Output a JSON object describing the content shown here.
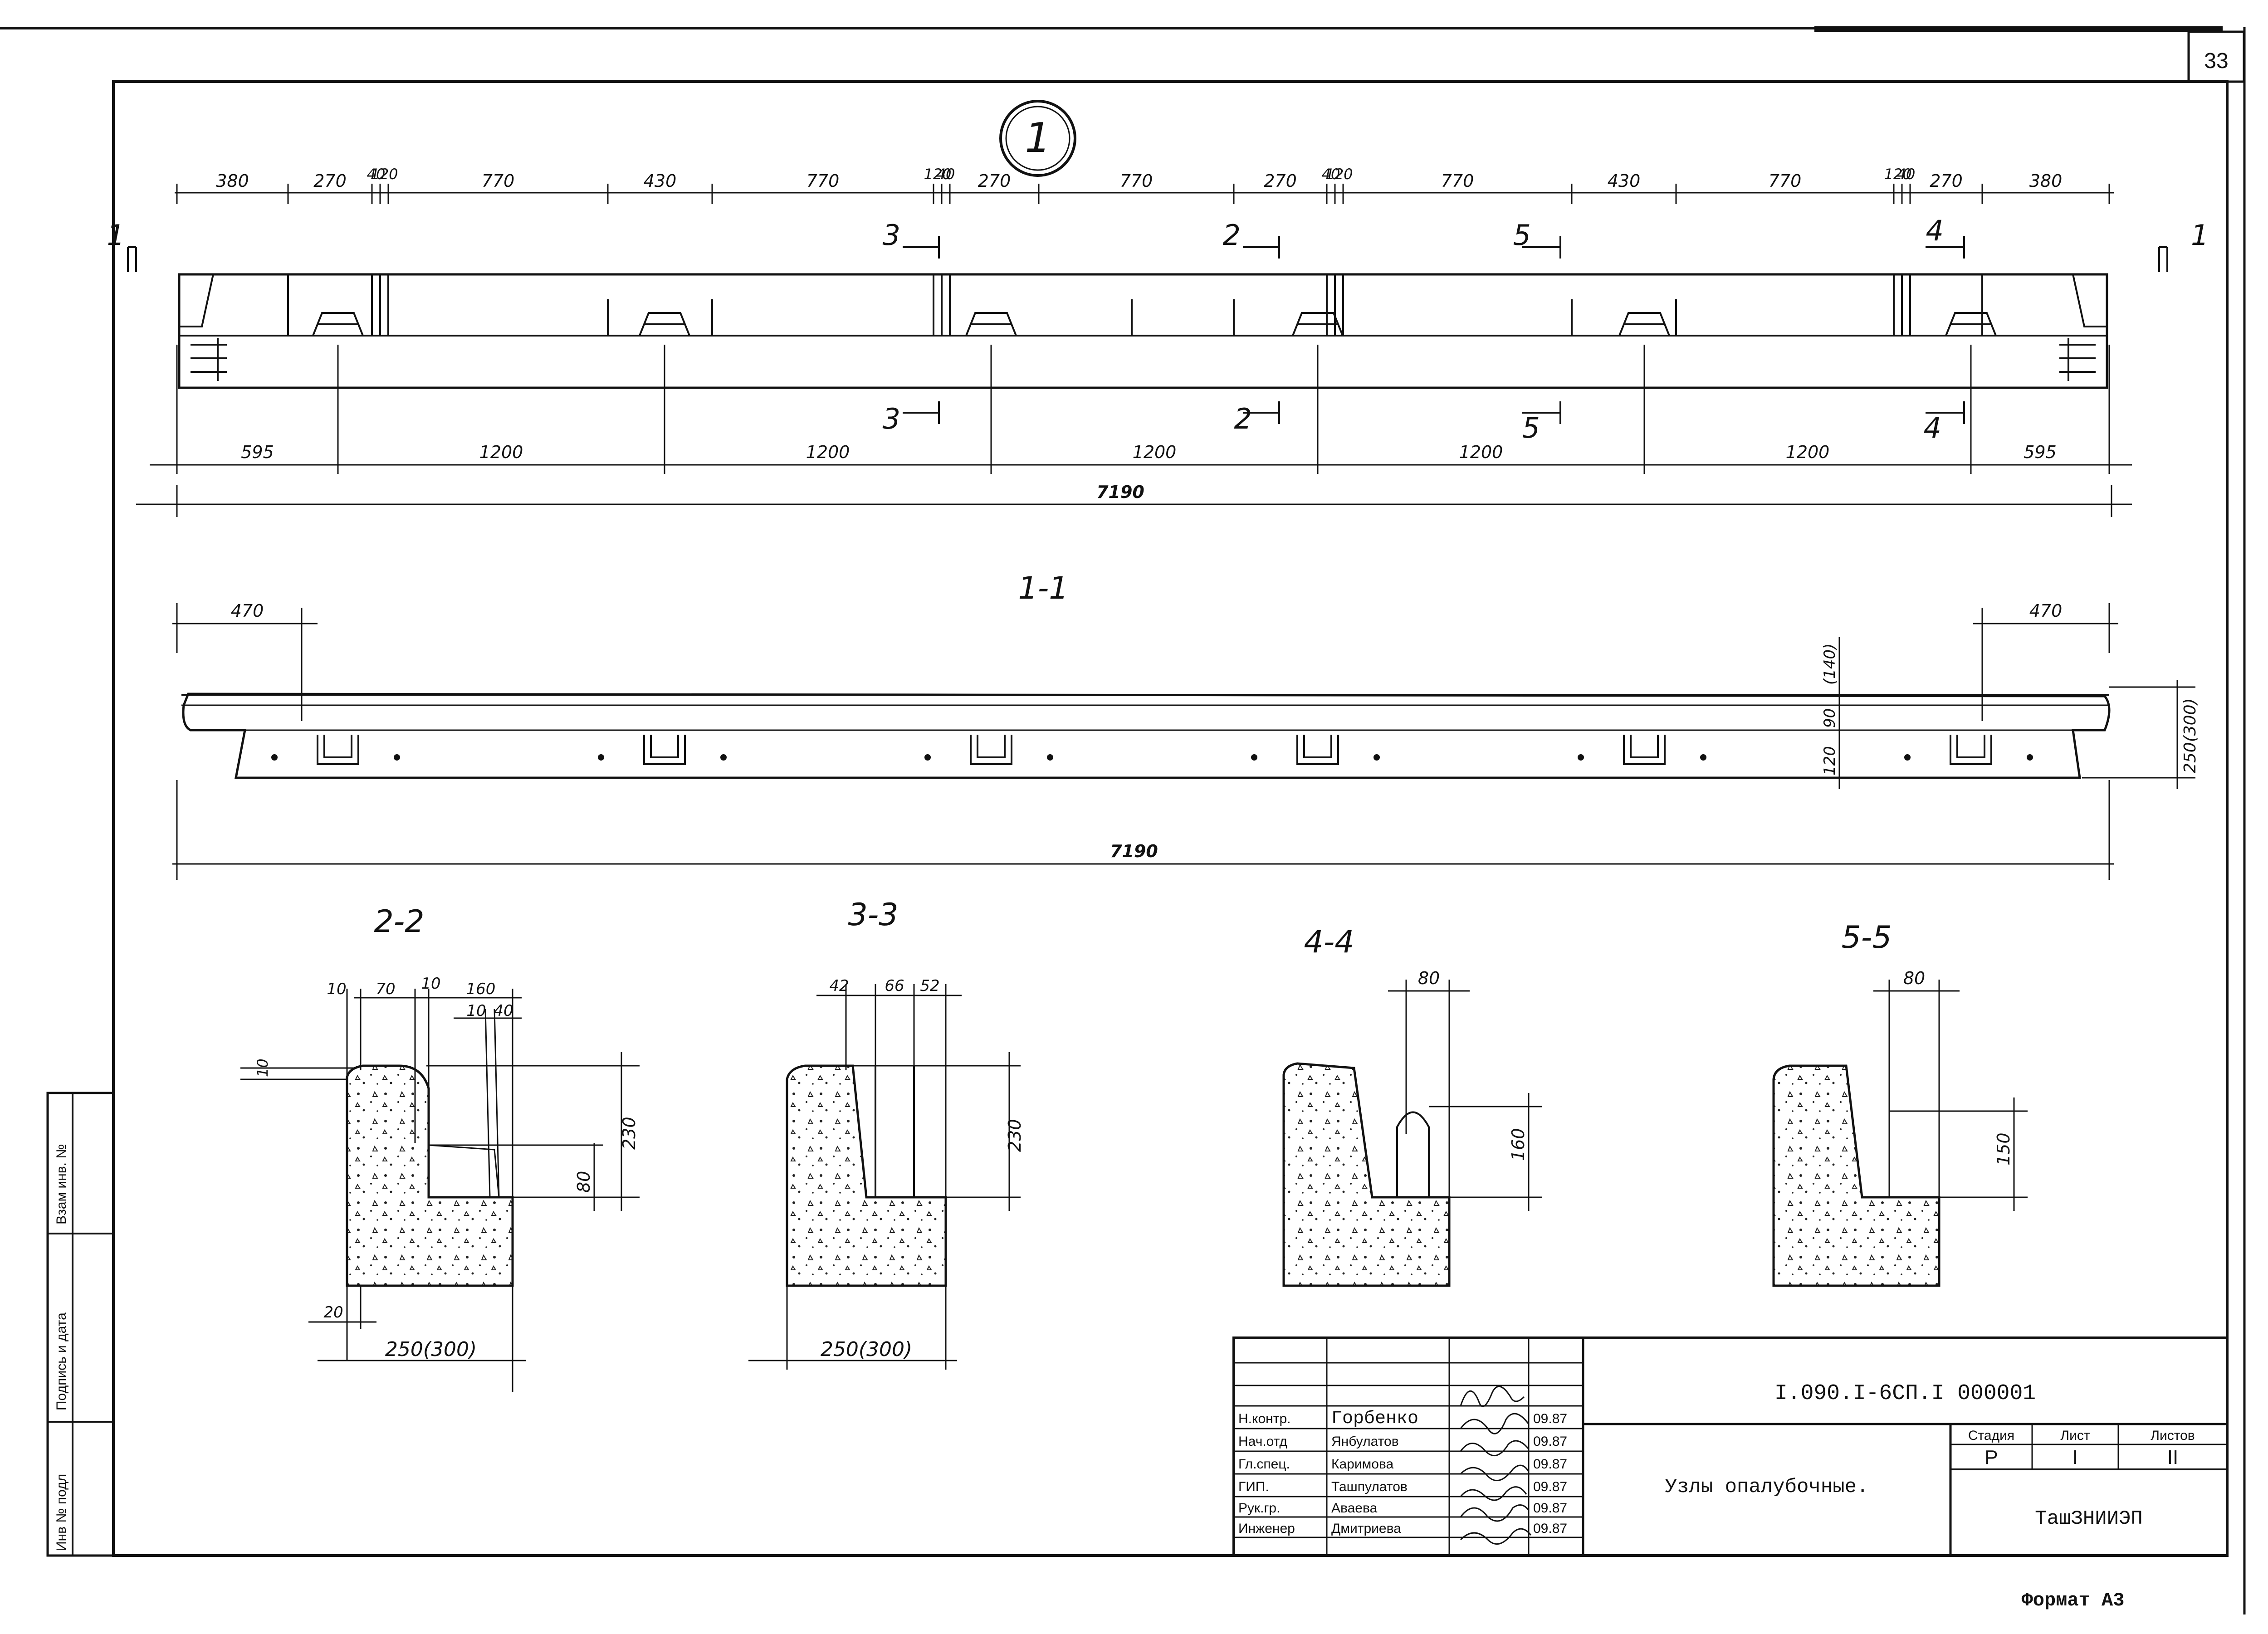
{
  "sheet": {
    "page_number": "33",
    "footer_format": "Формат А3",
    "node_marker": "1"
  },
  "plan": {
    "top_dims": [
      "380",
      "270",
      "40",
      "120",
      "770",
      "430",
      "770",
      "120",
      "40",
      "270",
      "770",
      "270",
      "40",
      "120",
      "770",
      "430",
      "770",
      "120",
      "40",
      "270",
      "380"
    ],
    "bottom_dims": [
      "595",
      "1200",
      "1200",
      "1200",
      "1200",
      "1200",
      "595"
    ],
    "total": "7190",
    "cut_marks": [
      "1",
      "1",
      "3",
      "3",
      "2",
      "2",
      "5",
      "5",
      "4",
      "4"
    ]
  },
  "section_1_1": {
    "title": "1-1",
    "left_dim": "470",
    "right_dim": "470",
    "total": "7190",
    "v_dim_140": "(140)",
    "v_dim_90": "90",
    "v_dim_120": "120",
    "v_dim_250": "250(300)"
  },
  "section_2_2": {
    "title": "2-2",
    "dims_top": [
      "10",
      "70",
      "10",
      "160"
    ],
    "dims_second": [
      "10",
      "40"
    ],
    "dim_left": "10",
    "dim_230": "230",
    "dim_80": "80",
    "dim_20": "20",
    "dim_width": "250(300)"
  },
  "section_3_3": {
    "title": "3-3",
    "dims_top": [
      "42",
      "66",
      "52"
    ],
    "dim_230": "230",
    "dim_width": "250(300)"
  },
  "section_4_4": {
    "title": "4-4",
    "dim_80": "80",
    "dim_160": "160"
  },
  "section_5_5": {
    "title": "5-5",
    "dim_80": "80",
    "dim_150": "150"
  },
  "side_stamp": {
    "labels": [
      "Взам инв. №",
      "Подпись и дата",
      "Инв № подл"
    ]
  },
  "title_block": {
    "doc_code": "I.090.I-6СП.I   000001",
    "doc_title": "Узлы опалубочные.",
    "organization": "ТашЗНИИЭП",
    "stage_header": "Стадия",
    "sheet_header": "Лист",
    "sheets_header": "Листов",
    "stage_value": "Р",
    "sheet_value": "I",
    "sheets_value": "II",
    "staff": [
      {
        "role": "Н.контр.",
        "name": "Горбенко",
        "date": "09.87"
      },
      {
        "role": "Нач.отд",
        "name": "Янбулатов",
        "date": "09.87"
      },
      {
        "role": "Гл.спец.",
        "name": "Каримова",
        "date": "09.87"
      },
      {
        "role": "ГИП.",
        "name": "Ташпулатов",
        "date": "09.87"
      },
      {
        "role": "Рук.гр.",
        "name": "Аваева",
        "date": "09.87"
      },
      {
        "role": "Инженер",
        "name": "Дмитриева",
        "date": "09.87"
      }
    ]
  }
}
